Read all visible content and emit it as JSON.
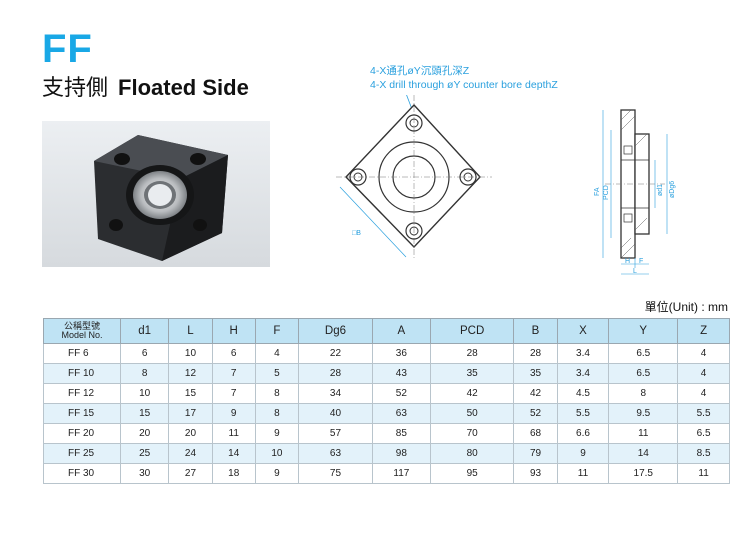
{
  "header": {
    "code": "FF",
    "title_zh": "支持側",
    "title_en": "Floated Side"
  },
  "drawing": {
    "note_zh": "4-X通孔øY沉頭孔深Z",
    "note_en": "4-X drill through øY counter bore depthZ",
    "labels": {
      "square": "□B",
      "fa": "FA",
      "pcd": "PCD",
      "d1": "ød1",
      "dg6": "øDg6",
      "h": "H",
      "f": "F",
      "l": "L"
    }
  },
  "unit_label": "單位(Unit) : mm",
  "table": {
    "model_header_zh": "公稱型號",
    "model_header_en": "Model No.",
    "columns": [
      "d1",
      "L",
      "H",
      "F",
      "Dg6",
      "A",
      "PCD",
      "B",
      "X",
      "Y",
      "Z"
    ],
    "rows": [
      {
        "model": "FF 6",
        "cells": [
          "6",
          "10",
          "6",
          "4",
          "22",
          "36",
          "28",
          "28",
          "3.4",
          "6.5",
          "4"
        ]
      },
      {
        "model": "FF 10",
        "cells": [
          "8",
          "12",
          "7",
          "5",
          "28",
          "43",
          "35",
          "35",
          "3.4",
          "6.5",
          "4"
        ]
      },
      {
        "model": "FF 12",
        "cells": [
          "10",
          "15",
          "7",
          "8",
          "34",
          "52",
          "42",
          "42",
          "4.5",
          "8",
          "4"
        ]
      },
      {
        "model": "FF 15",
        "cells": [
          "15",
          "17",
          "9",
          "8",
          "40",
          "63",
          "50",
          "52",
          "5.5",
          "9.5",
          "5.5"
        ]
      },
      {
        "model": "FF 20",
        "cells": [
          "20",
          "20",
          "11",
          "9",
          "57",
          "85",
          "70",
          "68",
          "6.6",
          "11",
          "6.5"
        ]
      },
      {
        "model": "FF 25",
        "cells": [
          "25",
          "24",
          "14",
          "10",
          "63",
          "98",
          "80",
          "79",
          "9",
          "14",
          "8.5"
        ]
      },
      {
        "model": "FF 30",
        "cells": [
          "30",
          "27",
          "18",
          "9",
          "75",
          "117",
          "95",
          "93",
          "11",
          "17.5",
          "11"
        ]
      }
    ]
  }
}
